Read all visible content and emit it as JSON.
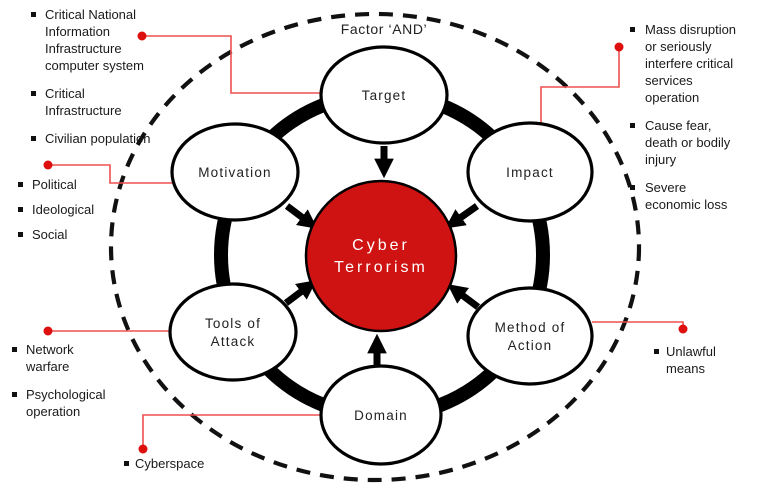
{
  "title": "Factor ‘AND’",
  "colors": {
    "center_fill": "#ce1312",
    "connector_line": "#ee5050",
    "connector_dot": "#dd0f0f",
    "ring": "#000000",
    "dashed_circle": "#111111"
  },
  "center": {
    "line1": "Cyber",
    "line2": "Terrorism"
  },
  "nodes": {
    "target": {
      "label": "Target"
    },
    "motivation": {
      "label": "Motivation"
    },
    "impact": {
      "label": "Impact"
    },
    "tools": {
      "line1": "Tools of",
      "line2": "Attack"
    },
    "method": {
      "line1": "Method of",
      "line2": "Action"
    },
    "domain": {
      "label": "Domain"
    }
  },
  "lists": {
    "target_notes": {
      "items": [
        {
          "lines": [
            "Critical National",
            "Information",
            "Infrastructure",
            "computer system"
          ]
        },
        {
          "lines": [
            "Critical",
            "Infrastructure"
          ]
        },
        {
          "lines": [
            "Civilian population"
          ]
        }
      ]
    },
    "motivation_notes": {
      "items": [
        {
          "lines": [
            "Political"
          ]
        },
        {
          "lines": [
            "Ideological"
          ]
        },
        {
          "lines": [
            "Social"
          ]
        }
      ]
    },
    "tools_notes": {
      "items": [
        {
          "lines": [
            "Network",
            "warfare"
          ]
        },
        {
          "lines": [
            "Psychological",
            "operation"
          ]
        }
      ]
    },
    "domain_notes": {
      "items": [
        {
          "lines": [
            "Cyberspace"
          ]
        }
      ]
    },
    "impact_notes": {
      "items": [
        {
          "lines": [
            "Mass disruption",
            "or seriously",
            "interfere critical",
            "services",
            "operation"
          ]
        },
        {
          "lines": [
            "Cause fear,",
            "death or bodily",
            "injury"
          ]
        },
        {
          "lines": [
            "Severe",
            "economic loss"
          ]
        }
      ]
    },
    "method_notes": {
      "items": [
        {
          "lines": [
            "Unlawful",
            "means"
          ]
        }
      ]
    }
  }
}
